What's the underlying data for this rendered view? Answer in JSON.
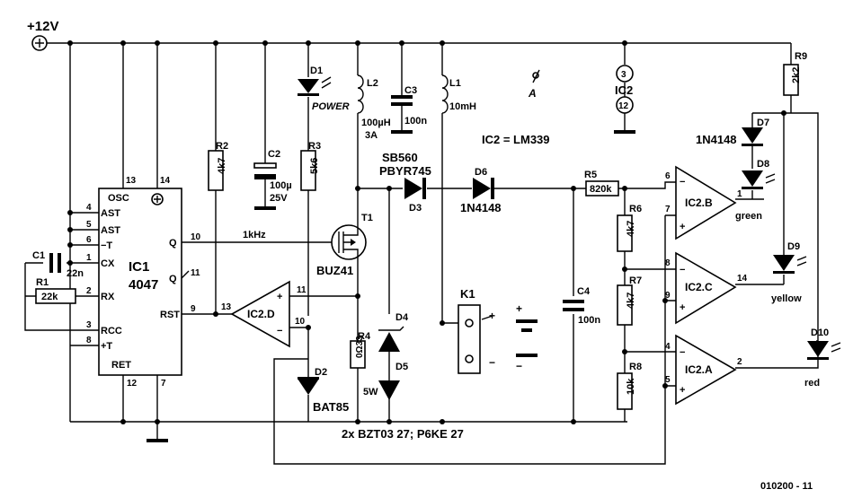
{
  "supply": {
    "label": "+12V"
  },
  "ic1": {
    "name": "IC1",
    "part": "4047",
    "pins": {
      "p13": "13",
      "p14": "14",
      "p4": "4",
      "p5": "5",
      "p6": "6",
      "p1": "1",
      "p2": "2",
      "p3": "3",
      "p8": "8",
      "p12": "12",
      "p7": "7",
      "p10": "10",
      "p11": "11",
      "p9": "9"
    },
    "labels": {
      "osc": "OSC",
      "ast1": "AST",
      "ast2": "AST",
      "mt": "−T",
      "cx": "CX",
      "rx": "RX",
      "rcc": "RCC",
      "pt": "+T",
      "ret": "RET",
      "q": "Q",
      "qb": "Q",
      "rst": "RST"
    }
  },
  "components": {
    "c1": {
      "name": "C1",
      "value": "22n"
    },
    "r1": {
      "name": "R1",
      "value": "22k"
    },
    "r2": {
      "name": "R2",
      "value": "4k7"
    },
    "c2": {
      "name": "C2",
      "value": "100µ",
      "value2": "25V"
    },
    "d1": {
      "name": "D1",
      "value": "POWER"
    },
    "r3": {
      "name": "R3",
      "value": "5k6"
    },
    "l2": {
      "name": "L2",
      "value": "100µH",
      "value2": "3A"
    },
    "c3": {
      "name": "C3",
      "value": "100n"
    },
    "l1": {
      "name": "L1",
      "value": "10mH"
    },
    "d3": {
      "name": "D3",
      "value": "SB560",
      "value2": "PBYR745"
    },
    "d6": {
      "name": "D6",
      "value": "1N4148"
    },
    "t1": {
      "name": "T1",
      "value": "BUZ41"
    },
    "r4": {
      "name": "R4",
      "value": "0Ω33",
      "value2": "5W"
    },
    "d2": {
      "name": "D2",
      "value": "BAT85"
    },
    "d4": {
      "name": "D4"
    },
    "d5": {
      "name": "D5"
    },
    "zener_note": {
      "value": "2x BZT03 27; P6KE 27"
    },
    "k1": {
      "name": "K1"
    },
    "c4": {
      "name": "C4",
      "value": "100n"
    },
    "r5": {
      "name": "R5",
      "value": "820k"
    },
    "r6": {
      "name": "R6",
      "value": "4k7"
    },
    "r7": {
      "name": "R7",
      "value": "4k7"
    },
    "r8": {
      "name": "R8",
      "value": "10k"
    },
    "r9": {
      "name": "R9",
      "value": "2k2"
    },
    "d7": {
      "name": "D7",
      "value": "1N4148"
    },
    "d8": {
      "name": "D8",
      "value": "green"
    },
    "d9": {
      "name": "D9",
      "value": "yellow"
    },
    "d10": {
      "name": "D10",
      "value": "red"
    }
  },
  "opamps": {
    "ic2d": {
      "name": "IC2.D",
      "pin_out": "13",
      "pin_p": "11",
      "pin_n": "10"
    },
    "ic2b": {
      "name": "IC2.B",
      "pin_out": "1",
      "pin_n": "6",
      "pin_p": "7"
    },
    "ic2c": {
      "name": "IC2.C",
      "pin_out": "14",
      "pin_n": "8",
      "pin_p": "9"
    },
    "ic2a": {
      "name": "IC2.A",
      "pin_out": "2",
      "pin_n": "4",
      "pin_p": "5"
    }
  },
  "ic2": {
    "name": "IC2",
    "pin_top": "3",
    "pin_bot": "12",
    "type": "IC2 = LM339"
  },
  "misc": {
    "freq": "1kHz",
    "test_point": "A",
    "figure_id": "010200 - 11"
  }
}
